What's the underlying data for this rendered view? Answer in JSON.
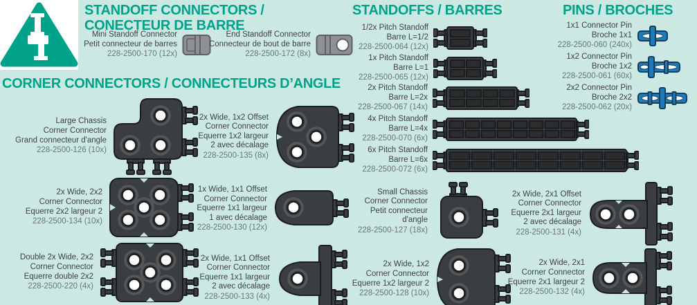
{
  "colors": {
    "background": "#cbe9e2",
    "accent_teal": "#00a38a",
    "text_dark": "#414042",
    "part_number_gray": "#6a7674",
    "part_dark": "#3b3e40",
    "part_gray": "#8e9194",
    "pin_blue": "#1e7ab8"
  },
  "sections": {
    "standoff_connectors": {
      "title": [
        "STANDOFF CONNECTORS /",
        "CONECTEUR DE BARRE"
      ],
      "items": [
        {
          "label": [
            "Mini Standoff Connector",
            "Petit connecteur de barres"
          ],
          "part": "228-2500-170 (12x)"
        },
        {
          "label": [
            "End Standoff Connector",
            "Connecteur de bout de barre"
          ],
          "part": "228-2500-172 (8x)"
        }
      ]
    },
    "corner_connectors": {
      "title": "CORNER CONNECTORS / CONNECTEURS D’ANGLE",
      "items": [
        {
          "label": [
            "Large Chassis",
            "Corner Connector",
            "Grand connecteur d'angle"
          ],
          "part": "228-2500-126 (10x)"
        },
        {
          "label": [
            "2x Wide, 2x2",
            "Corner Connector",
            "Equerre 2x2 largeur 2"
          ],
          "part": "228-2500-134 (10x)"
        },
        {
          "label": [
            "Double 2x Wide, 2x2",
            "Corner Connector",
            "Equerre double 2x2"
          ],
          "part": "228-2500-220 (4x)"
        },
        {
          "label": [
            "2x Wide, 1x2 Offset",
            "Corner Connector",
            "Equerre 1x2 largeur",
            "2 avec décalage"
          ],
          "part": "228-2500-135 (8x)"
        },
        {
          "label": [
            "1x Wide, 1x1 Offset",
            "Corner Connector",
            "Equerre 1x1 largeur",
            "1 avec décalage"
          ],
          "part": "228-2500-130 (12x)"
        },
        {
          "label": [
            "2x Wide, 1x1 Offset",
            "Corner Connector",
            "Equerre 1x1 largeur",
            "2 avec décalage"
          ],
          "part": "228-2500-133 (4x)"
        },
        {
          "label": [
            "Small Chassis",
            "Corner Connector",
            "Petit connecteur",
            "d'angle"
          ],
          "part": "228-2500-127 (18x)"
        },
        {
          "label": [
            "2x Wide, 1x2",
            "Corner Connector",
            "Equerre 1x2 largeur 2"
          ],
          "part": "228-2500-128 (10x)"
        },
        {
          "label": [
            "2x Wide, 2x1 Offset",
            "Corner Connector",
            "Equerre 2x1 largeur",
            "2 avec décalage"
          ],
          "part": "228-2500-131 (4x)"
        },
        {
          "label": [
            "2x Wide, 2x1",
            "Corner Connector",
            "Equerre 2x1 largeur 2"
          ],
          "part": "228-2500-132 (4x)"
        }
      ]
    },
    "standoffs": {
      "title": "STANDOFFS / BARRES",
      "items": [
        {
          "label": [
            "1/2x Pitch Standoff",
            "Barre L=1/2"
          ],
          "part": "228-2500-064 (12x)"
        },
        {
          "label": [
            "1x Pitch Standoff",
            "Barre L=1"
          ],
          "part": "228-2500-065 (12x)"
        },
        {
          "label": [
            "2x Pitch Standoff",
            "Barre L=2x"
          ],
          "part": "228-2500-067 (14x)"
        },
        {
          "label": [
            "4x Pitch Standoff",
            "Barre L=4x"
          ],
          "part": "228-2500-070 (6x)"
        },
        {
          "label": [
            "6x Pitch Standoff",
            "Barre L=6x"
          ],
          "part": "228-2500-072 (6x)"
        }
      ]
    },
    "pins": {
      "title": "PINS / BROCHES",
      "items": [
        {
          "label": [
            "1x1 Connector Pin",
            "Broche 1x1"
          ],
          "part": "228-2500-060 (240x)"
        },
        {
          "label": [
            "1x2 Connector Pin",
            "Broche 1x2"
          ],
          "part": "228-2500-061 (60x)"
        },
        {
          "label": [
            "2x2 Connector Pin",
            "Broche 2x2"
          ],
          "part": "228-2500-062 (20x)"
        }
      ]
    }
  }
}
